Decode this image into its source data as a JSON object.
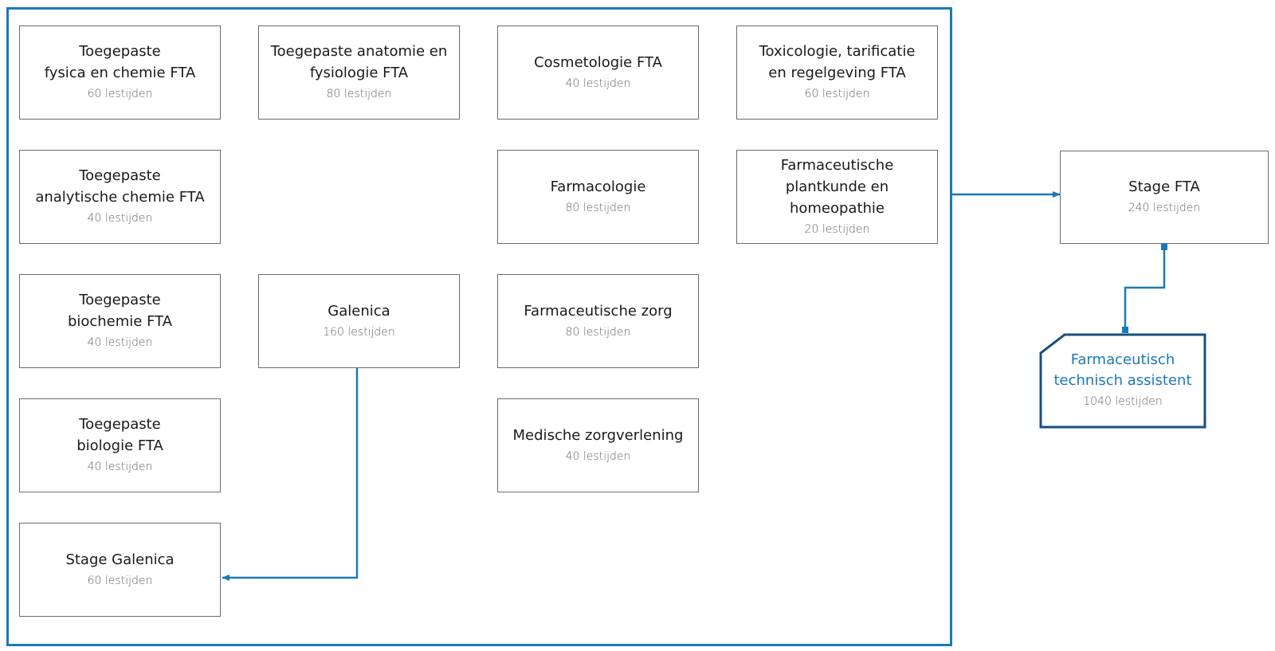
{
  "colors": {
    "accent": "#1a7ab8",
    "box_border": "#6b6b6b",
    "text": "#1a1a1a",
    "subtext": "#666666"
  },
  "modules": [
    {
      "id": "fysica",
      "title_lines": [
        "Toegepaste",
        "fysica en chemie FTA"
      ],
      "hours": "60 lestijden"
    },
    {
      "id": "anatomie",
      "title_lines": [
        "Toegepaste anatomie en",
        "fysiologie FTA"
      ],
      "hours": "80 lestijden"
    },
    {
      "id": "cosmeto",
      "title_lines": [
        "Cosmetologie FTA"
      ],
      "hours": "40 lestijden"
    },
    {
      "id": "toxico",
      "title_lines": [
        "Toxicologie, tarificatie",
        "en regelgeving FTA"
      ],
      "hours": "60 lestijden"
    },
    {
      "id": "analytisch",
      "title_lines": [
        "Toegepaste",
        "analytische chemie FTA"
      ],
      "hours": "40 lestijden"
    },
    {
      "id": "farmaco",
      "title_lines": [
        "Farmacologie"
      ],
      "hours": "80 lestijden"
    },
    {
      "id": "plantkunde",
      "title_lines": [
        "Farmaceutische",
        "plantkunde en",
        "homeopathie"
      ],
      "hours": "20 lestijden"
    },
    {
      "id": "biochemie",
      "title_lines": [
        "Toegepaste",
        "biochemie FTA"
      ],
      "hours": "40 lestijden"
    },
    {
      "id": "galenica",
      "title_lines": [
        "Galenica"
      ],
      "hours": "160 lestijden"
    },
    {
      "id": "zorg",
      "title_lines": [
        "Farmaceutische zorg"
      ],
      "hours": "80 lestijden"
    },
    {
      "id": "biologie",
      "title_lines": [
        "Toegepaste",
        "biologie FTA"
      ],
      "hours": "40 lestijden"
    },
    {
      "id": "medisch",
      "title_lines": [
        "Medische zorgverlening"
      ],
      "hours": "40 lestijden"
    },
    {
      "id": "stage-galenica",
      "title_lines": [
        "Stage Galenica"
      ],
      "hours": "60 lestijden"
    }
  ],
  "stage_fta": {
    "title": "Stage FTA",
    "hours": "240 lestijden"
  },
  "final": {
    "title_lines": [
      "Farmaceutisch",
      "technisch assistent"
    ],
    "hours": "1040 lestijden"
  }
}
